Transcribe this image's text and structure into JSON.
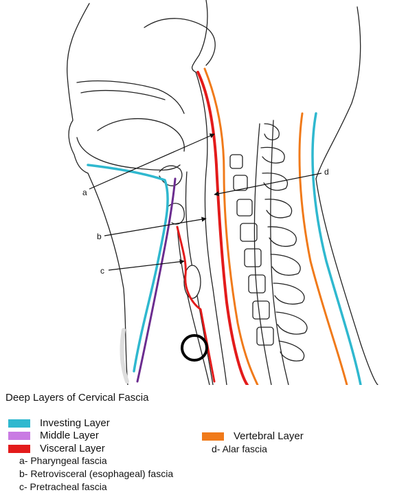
{
  "diagram": {
    "labels": {
      "a": "a",
      "b": "b",
      "c": "c",
      "d": "d"
    }
  },
  "legend": {
    "title": "Deep Layers of Cervical Fascia",
    "items": [
      {
        "name": "Investing Layer",
        "color": "#2fb8cf"
      },
      {
        "name": "Middle Layer",
        "color": "#c97be3"
      },
      {
        "name": "Visceral Layer",
        "color": "#e31b1b"
      },
      {
        "name": "Vertebral Layer",
        "color": "#f07a1a"
      }
    ],
    "notes": [
      "a- Pharyngeal fascia",
      "b- Retrovisceral (esophageal) fascia",
      "c- Pretracheal fascia",
      "d- Alar fascia"
    ]
  },
  "colors": {
    "investing": "#2fb8cf",
    "middle": "#6b2c8f",
    "visceral": "#e31b1b",
    "vertebral": "#f07a1a",
    "outline": "#222222"
  }
}
